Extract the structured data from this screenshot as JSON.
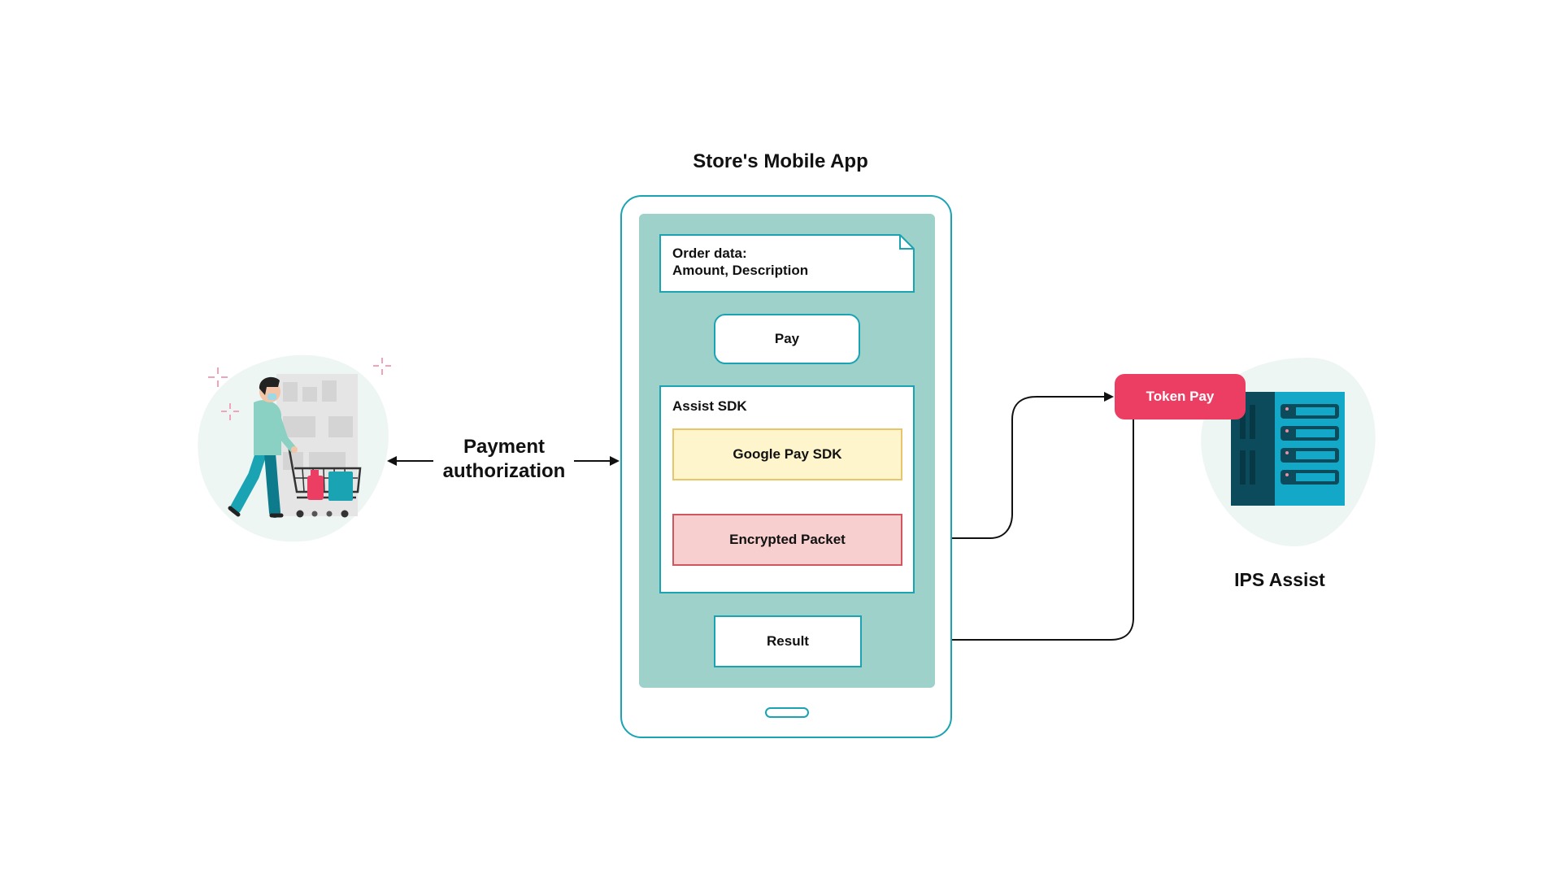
{
  "app": {
    "title": "Store's Mobile App"
  },
  "order_note": {
    "line1": "Order data:",
    "line2": "Amount, Description"
  },
  "pay_button": {
    "label": "Pay"
  },
  "assist_sdk": {
    "title": "Assist SDK"
  },
  "google_pay_sdk": {
    "label": "Google Pay SDK"
  },
  "encrypted_packet": {
    "label": "Encrypted Packet"
  },
  "result": {
    "label": "Result"
  },
  "payment_authorization": {
    "line1": "Payment",
    "line2": "authorization"
  },
  "token_pay": {
    "label": "Token Pay"
  },
  "ips_assist": {
    "label": "IPS Assist"
  },
  "colors": {
    "teal_outline": "#19a3b3",
    "screen_fill": "#9dd1ca",
    "google_pay_fill": "#fff5cc",
    "google_pay_border": "#e7c66a",
    "encrypted_fill": "#f7cfcf",
    "encrypted_border": "#d0575f",
    "token_pay_fill": "#ec3e63",
    "blob_fill": "#eef6f4",
    "server_dark": "#0c4b5c",
    "server_light": "#13a8c8"
  },
  "icons": {
    "shopper": "shopper-with-cart-illustration",
    "server": "server-rack-illustration",
    "sparkle": "sparkle-icon"
  }
}
